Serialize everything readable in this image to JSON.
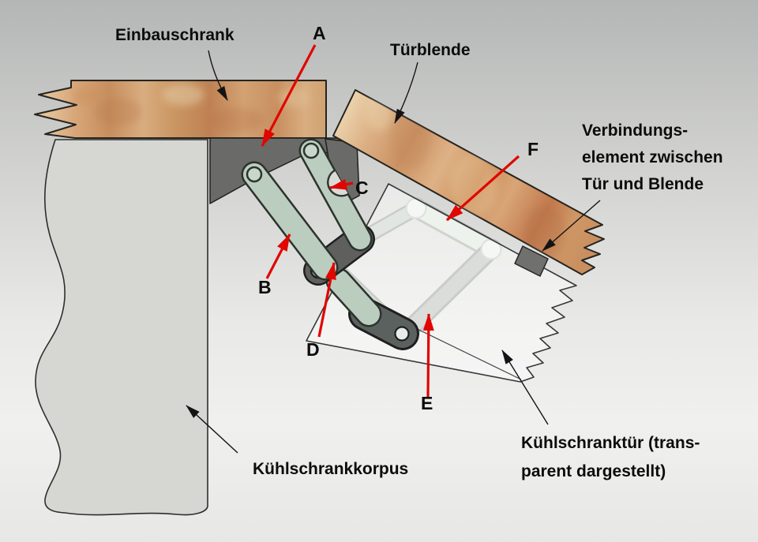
{
  "figure": {
    "title_hint": "Scherengelenk-Schema eines Einbau-Kühlschranks",
    "labels": {
      "einbauschrank": "Einbauschrank",
      "tuerblende": "Türblende",
      "verbindung_l1": "Verbindungs-",
      "verbindung_l2": "element zwischen",
      "verbindung_l3": "Tür und Blende",
      "korpus": "Kühlschrankkorpus",
      "tuer_l1": "Kühlschranktür (trans-",
      "tuer_l2": "parent dargestellt)"
    },
    "letters": {
      "a": "A",
      "b": "B",
      "c": "C",
      "d": "D",
      "e": "E",
      "f": "F"
    }
  },
  "colors": {
    "red_arrow": "#e10600",
    "ink": "#141414",
    "wood_base": "#d1a071",
    "link_green": "#bacdbf",
    "link_outline": "#2c332d",
    "dark_metal": "#5f5f5d",
    "bracket_gray": "#6a6a68",
    "korpus_gray": "#d6d7d3"
  }
}
